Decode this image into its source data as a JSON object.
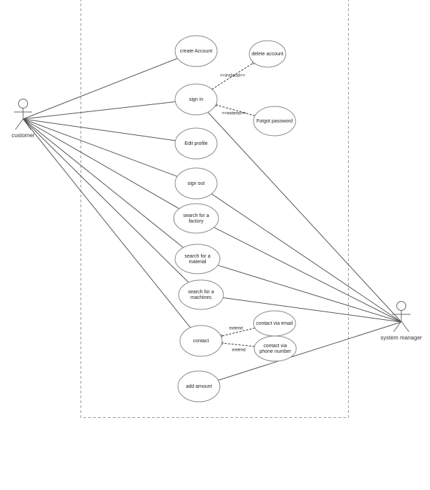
{
  "diagram": {
    "type": "use-case",
    "colors": {
      "line": "#555555",
      "ellipse_stroke": "#888888",
      "ellipse_fill": "#ffffff",
      "boundary": "#999999",
      "text": "#222222"
    },
    "actors": {
      "customer": {
        "label": "customer"
      },
      "manager": {
        "label": "system manager"
      }
    },
    "use_cases": {
      "create_account": [
        "create Account"
      ],
      "sign_in": [
        "sign in"
      ],
      "delete_account": [
        "delete account"
      ],
      "forgot_password": [
        "Fotgot password"
      ],
      "edit_profile": [
        "Edit profile"
      ],
      "sign_out": [
        "sign out"
      ],
      "search_factory": [
        "search for a",
        "factory"
      ],
      "search_material": [
        "search for a",
        "material"
      ],
      "search_machines": [
        "search for a",
        "machines"
      ],
      "contact": [
        "contact"
      ],
      "contact_email": [
        "contact via email"
      ],
      "contact_phone": [
        "contact  via",
        "phone number"
      ],
      "add_amount": [
        "add amount"
      ]
    },
    "associations": {
      "customer": [
        "create_account",
        "sign_in",
        "edit_profile",
        "sign_out",
        "search_factory",
        "search_material",
        "search_machines",
        "contact"
      ],
      "manager": [
        "sign_in",
        "sign_out",
        "search_factory",
        "search_material",
        "search_machines",
        "add_amount"
      ]
    },
    "relations": {
      "include_delete": {
        "from": "sign_in",
        "to": "delete_account",
        "label": "<<incloud>>"
      },
      "extend_forgot": {
        "from": "forgot_password",
        "to": "sign_in",
        "label": "<<extend>>"
      },
      "extend_email": {
        "from": "contact_email",
        "to": "contact",
        "label": "extend"
      },
      "extend_phone": {
        "from": "contact_phone",
        "to": "contact",
        "label": "extend"
      }
    }
  }
}
